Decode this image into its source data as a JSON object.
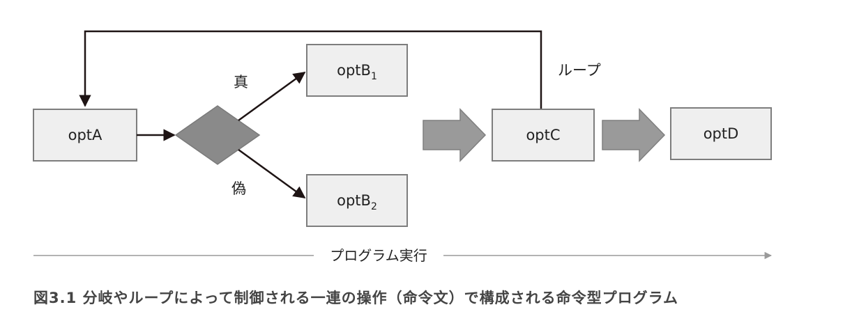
{
  "nodes": {
    "optA": {
      "text": "optA"
    },
    "optB1": {
      "text": "optB",
      "sub": "1"
    },
    "optB2": {
      "text": "optB",
      "sub": "2"
    },
    "optC": {
      "text": "optC"
    },
    "optD": {
      "text": "optD"
    }
  },
  "labels": {
    "true_branch": "真",
    "false_branch": "偽",
    "loop": "ループ",
    "timeline": "プログラム実行"
  },
  "caption": "図3.1 分岐やループによって制御される一連の操作（命令文）で構成される命令型プログラム",
  "colors": {
    "box_fill": "#efefef",
    "box_stroke": "#7d7d7d",
    "diamond_fill": "#8a8a8a",
    "block_arrow_fill": "#9a9a9a",
    "line": "#1e1414",
    "timeline_line": "#9a9a9a"
  }
}
